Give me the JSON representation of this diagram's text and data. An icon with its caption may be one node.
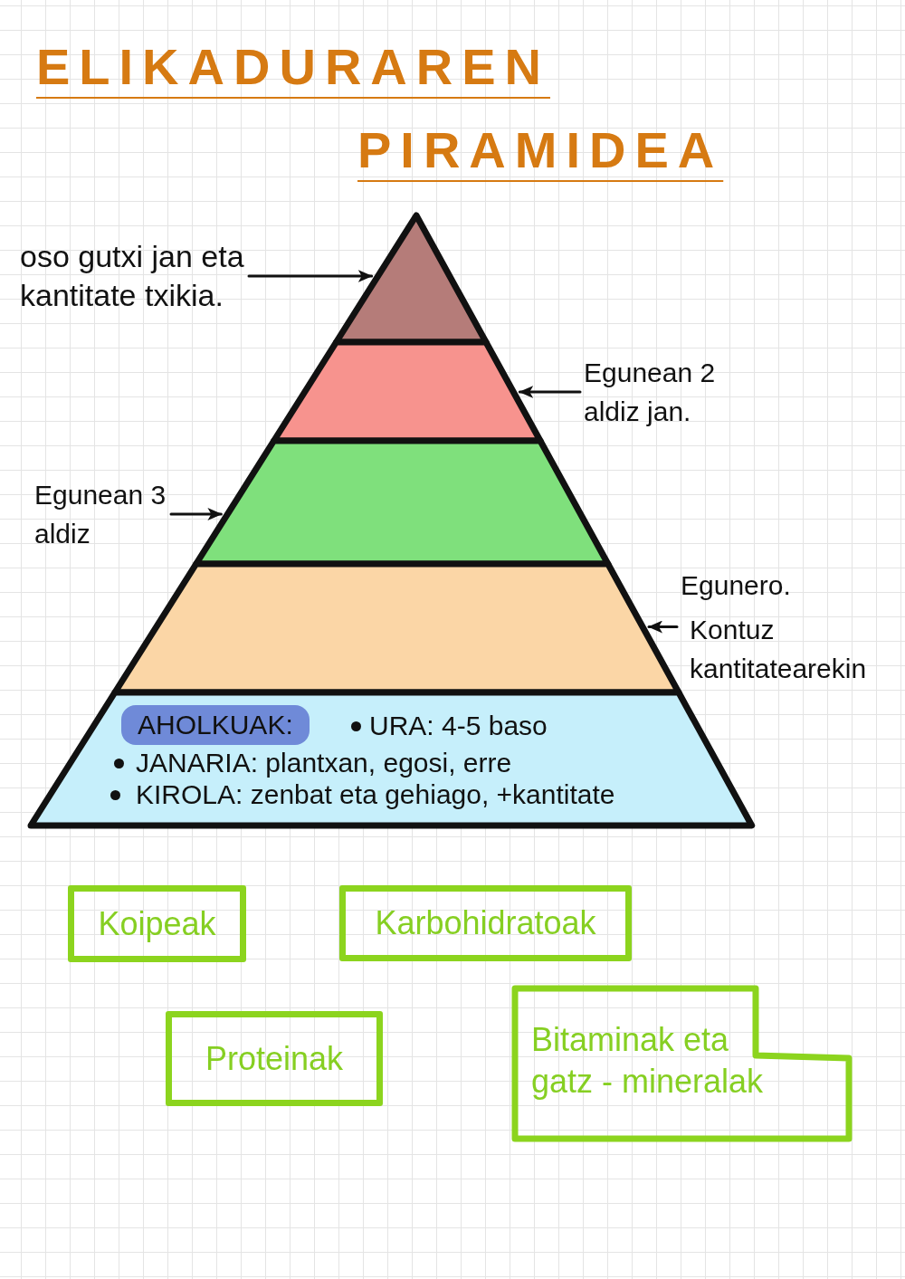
{
  "diagram": {
    "title": "ELIKADURAREN PIRAMIDEA",
    "nodes": [
      {
        "text": [
          "oso gutxi jan eta kantitate txikia."
        ]
      },
      {
        "text": [],
        "shape": "triangle"
      },
      {
        "text": [
          "Egunean 2 aldiz jan."
        ]
      },
      {
        "text": [],
        "shape": "trapezoid"
      },
      {
        "text": [
          "Egunean 3 aldiz"
        ]
      },
      {
        "text": [],
        "shape": "trapezoid"
      },
      {
        "text": [
          "Egunero.",
          "Kontuz kantitatearekin"
        ]
      },
      {
        "text": [],
        "shape": "trapezoid"
      },
      {
        "text": [
          "URA: 4-5 baso",
          "JANARIA: plantxan, egosi, erre",
          "KIROLA: zenbat eta gehiago, +kantitate"
        ]
      },
      {
        "text": [
          "AHOLKUAK:"
        ],
        "in": 8
      },
      {
        "text": [
          "Koipeak"
        ]
      },
      {
        "text": [
          "Karbohidratoak"
        ]
      },
      {
        "text": [
          "Proteinak"
        ]
      },
      {
        "text": [
          "Bitaminak eta gatz - mineralak"
        ]
      }
    ],
    "edges": [
      {
        "from": 0,
        "to": 1,
        "arrow": "to"
      },
      {
        "from": 2,
        "to": 3,
        "arrow": "to"
      },
      {
        "from": 4,
        "to": 5,
        "arrow": "to"
      },
      {
        "from": 6,
        "to": 7,
        "arrow": "to"
      }
    ]
  }
}
